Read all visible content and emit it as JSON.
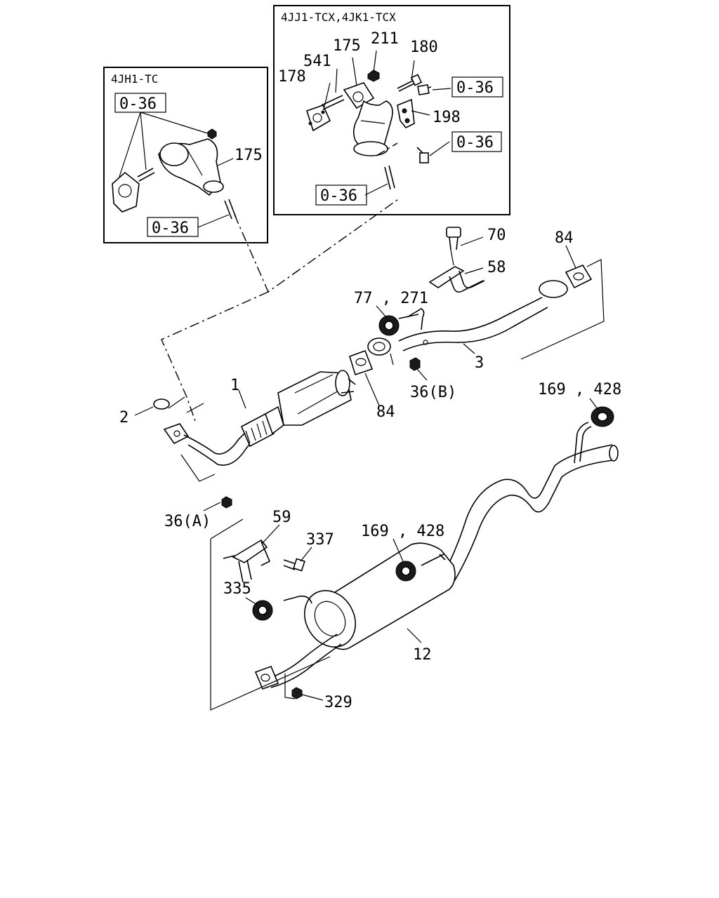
{
  "insets": {
    "right_title": "4JJ1-TCX,4JK1-TCX",
    "left_title": "4JH1-TC"
  },
  "callouts": {
    "inset_left_ref_top": "0-36",
    "inset_left_175": "175",
    "inset_left_ref_bottom": "0-36",
    "inset_right_175": "175",
    "inset_right_211": "211",
    "inset_right_180": "180",
    "inset_right_541": "541",
    "inset_right_178": "178",
    "inset_right_ref_a": "0-36",
    "inset_right_198": "198",
    "inset_right_ref_b": "0-36",
    "inset_right_ref_c": "0-36",
    "p70": "70",
    "p84_top": "84",
    "p58": "58",
    "p77_271": "77 , 271",
    "p3": "3",
    "p36b": "36(B)",
    "p84_mid": "84",
    "p169_428_right": "169 , 428",
    "p1": "1",
    "p2": "2",
    "p36a": "36(A)",
    "p59": "59",
    "p337": "337",
    "p169_428_mid": "169 , 428",
    "p335": "335",
    "p12": "12",
    "p329": "329"
  }
}
